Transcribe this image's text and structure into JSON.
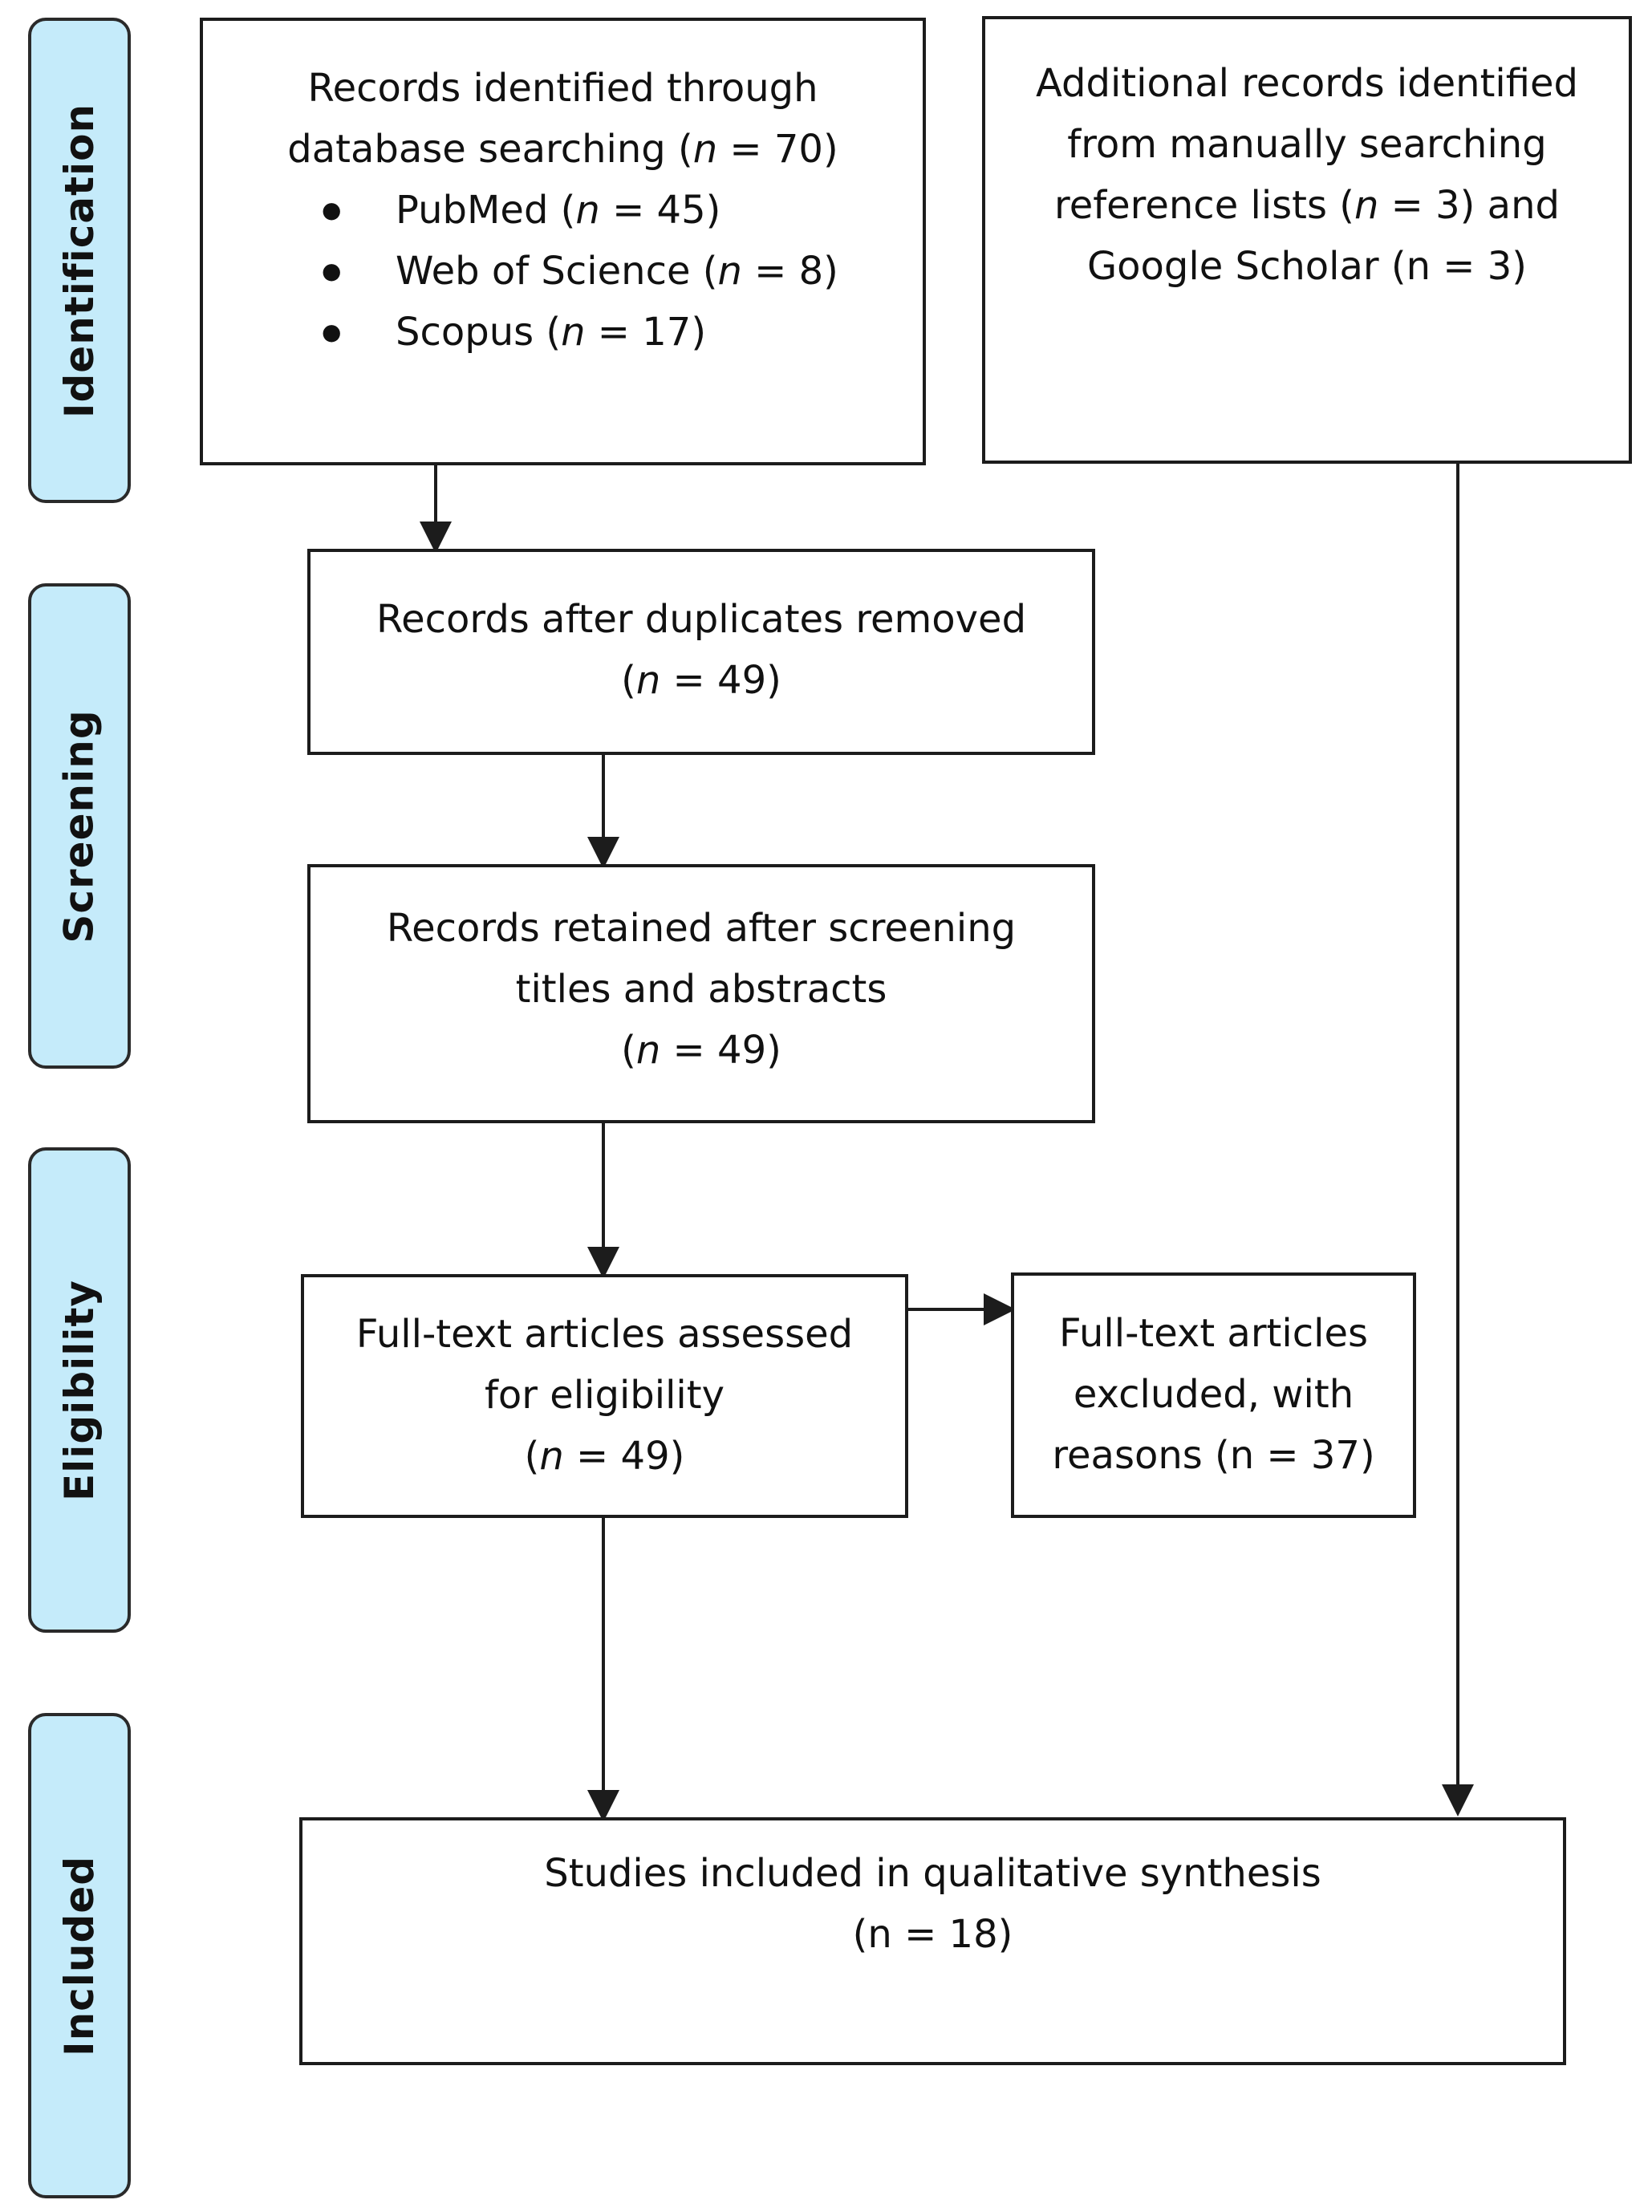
{
  "phases": {
    "identification": "Identification",
    "screening": "Screening",
    "eligibility": "Eligibility",
    "included": "Included"
  },
  "boxes": {
    "database_search": {
      "line1": "Records identified through",
      "line2_pre": "database searching (",
      "n_symbol": "n",
      "line2_post": " = 70)",
      "sources": [
        {
          "name_pre": "PubMed (",
          "n_symbol": "n",
          "name_post": " = 45)"
        },
        {
          "name_pre": "Web of Science (",
          "n_symbol": "n",
          "name_post": " = 8)"
        },
        {
          "name_pre": "Scopus (",
          "n_symbol": "n",
          "name_post": " = 17)"
        }
      ]
    },
    "additional_records": {
      "line1": "Additional records identified",
      "line2": "from manually searching",
      "line3_pre": "reference lists (",
      "n_symbol": "n",
      "line3_post": " = 3) and",
      "line4": "Google Scholar (n = 3)"
    },
    "duplicates_removed": {
      "line1": "Records after duplicates removed",
      "line2_pre": "(",
      "n_symbol": "n",
      "line2_post": " = 49)"
    },
    "screened": {
      "line1": "Records retained after screening",
      "line2": "titles and abstracts",
      "line3_pre": "(",
      "n_symbol": "n",
      "line3_post": " = 49)"
    },
    "full_text_assessed": {
      "line1": "Full-text articles assessed",
      "line2": "for eligibility",
      "line3_pre": "(",
      "n_symbol": "n",
      "line3_post": " = 49)"
    },
    "full_text_excluded": {
      "line1": "Full-text articles",
      "line2": "excluded, with",
      "line3": "reasons (n = 37)"
    },
    "included_studies": {
      "line1": "Studies included in qualitative synthesis",
      "line2": "(n = 18)"
    }
  }
}
